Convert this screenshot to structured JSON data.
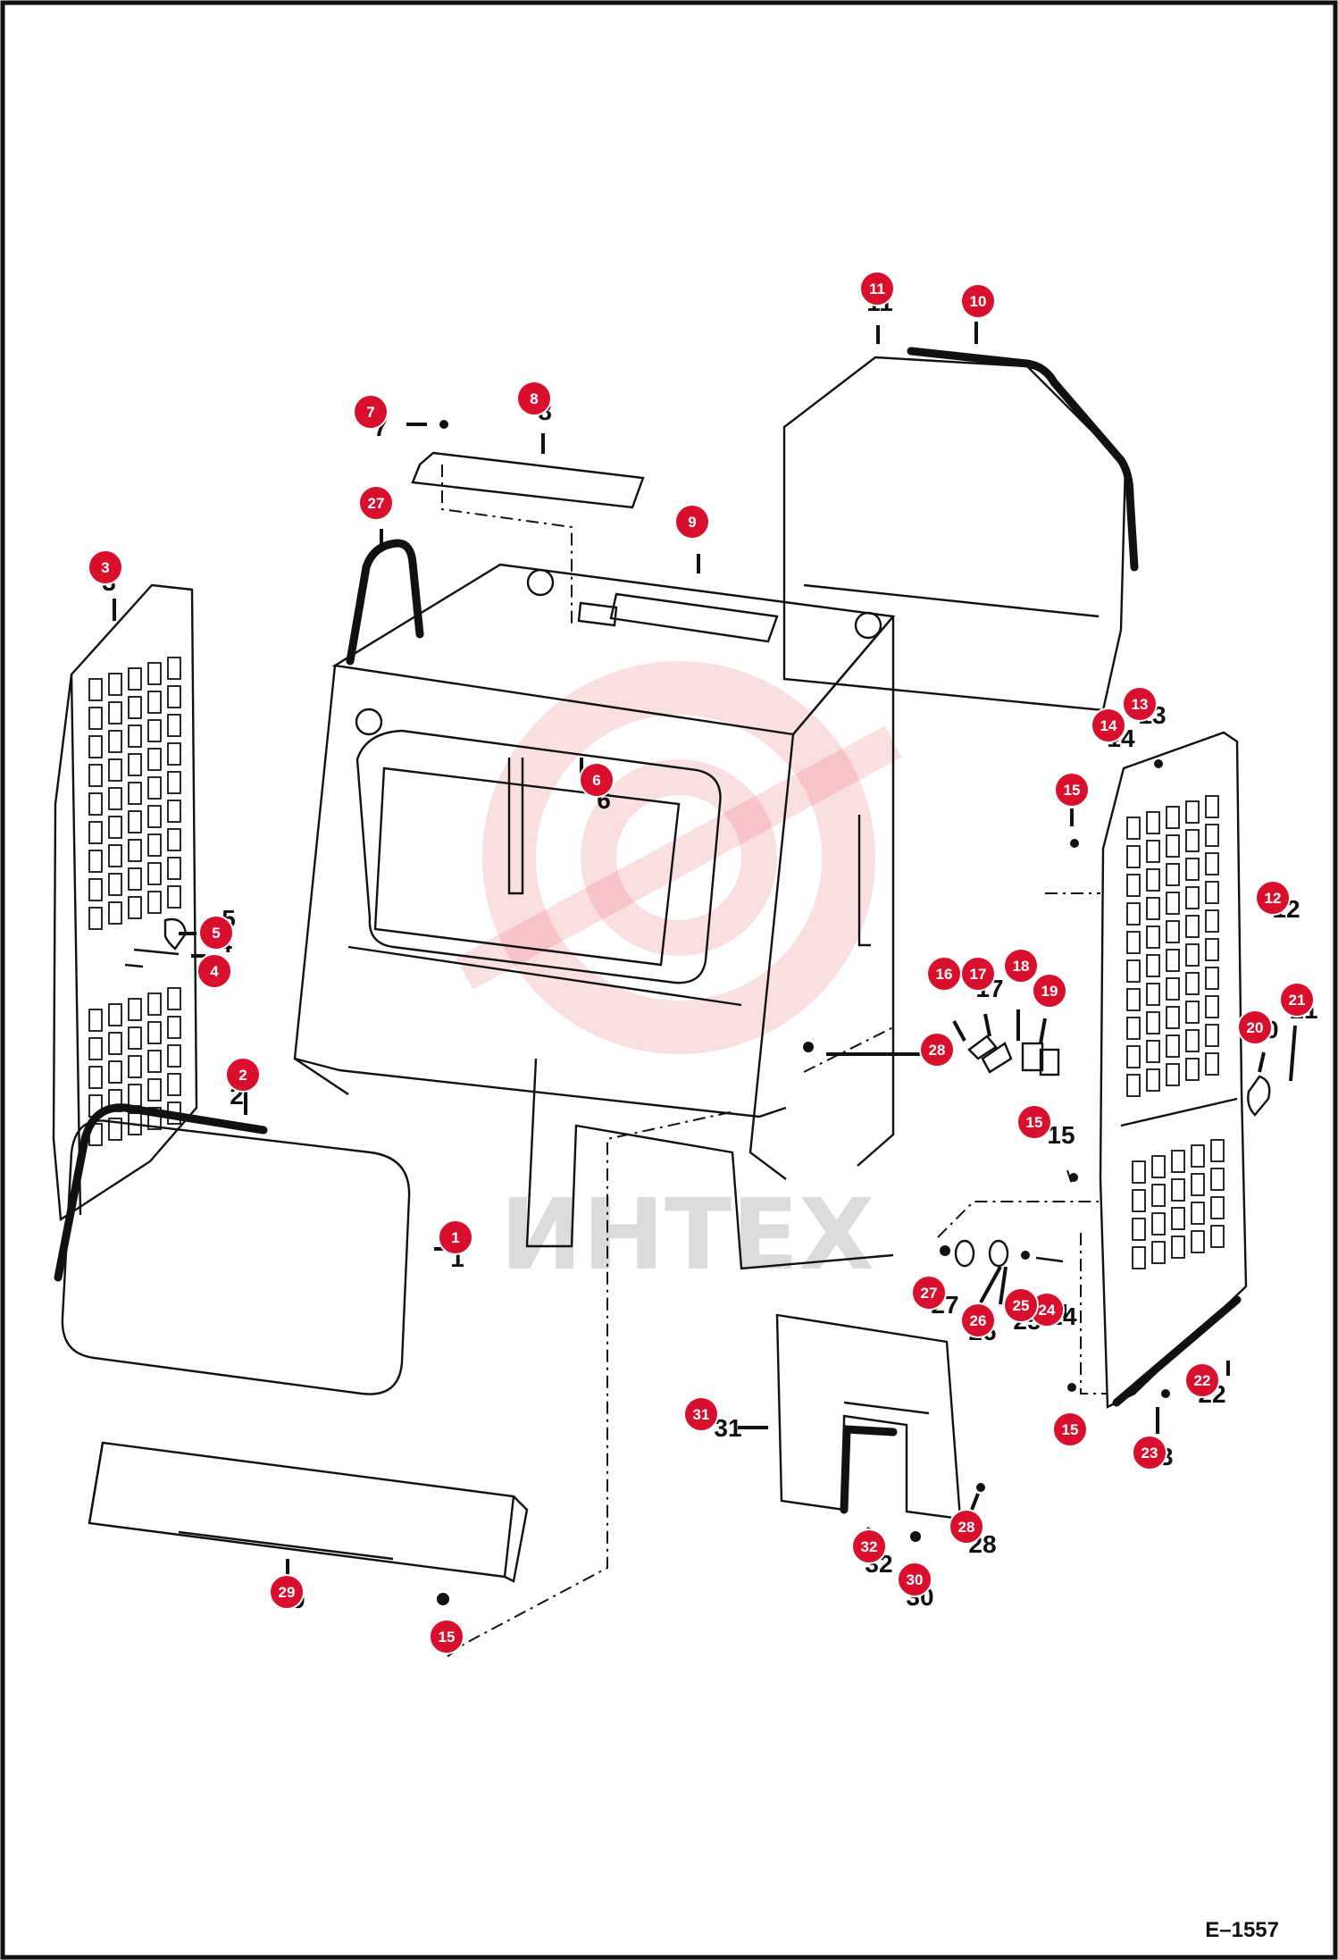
{
  "diagram": {
    "figure_code": "E–1557",
    "watermark": "ИНТЕХ",
    "colors": {
      "callout": "#d8102e",
      "line": "#111111",
      "watermark": "#e64b5b"
    },
    "callouts": [
      "1",
      "2",
      "3",
      "4",
      "5",
      "6",
      "7",
      "8",
      "9",
      "10",
      "11",
      "12",
      "13",
      "14",
      "15",
      "16",
      "17",
      "18",
      "19",
      "20",
      "21",
      "22",
      "23",
      "24",
      "25",
      "26",
      "27",
      "28",
      "29",
      "30",
      "31",
      "32"
    ],
    "printed_numbers": [
      "1",
      "2",
      "3",
      "4",
      "5",
      "6",
      "7",
      "8",
      "9",
      "11",
      "12",
      "13",
      "14",
      "15",
      "17",
      "20",
      "21",
      "22",
      "23",
      "24",
      "25",
      "26",
      "27",
      "28",
      "29",
      "30",
      "31",
      "32"
    ]
  }
}
